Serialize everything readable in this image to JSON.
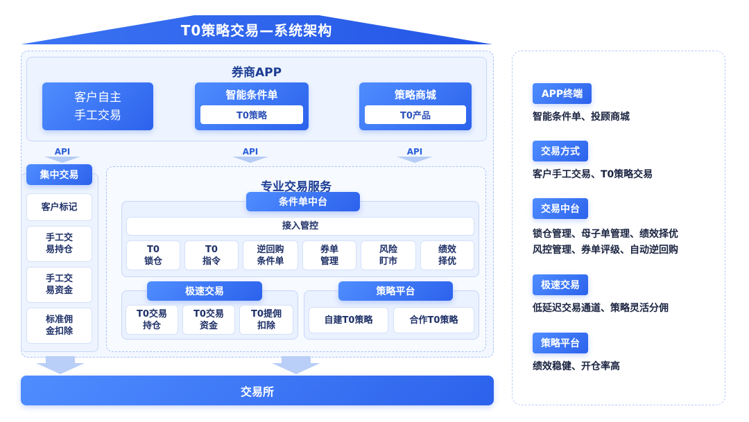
{
  "title": "T0策略交易—系统架构",
  "app": {
    "title": "券商APP",
    "manual": [
      "客户自主",
      "手工交易"
    ],
    "smart_order": {
      "title": "智能条件单",
      "sub": "T0策略"
    },
    "strategy_mall": {
      "title": "策略商城",
      "sub": "T0产品"
    }
  },
  "api_labels": [
    "API",
    "API",
    "API"
  ],
  "central": {
    "title": "集中交易",
    "items": [
      [
        "客户标记"
      ],
      [
        "手工交",
        "易持仓"
      ],
      [
        "手工交",
        "易资金"
      ],
      [
        "标准佣",
        "金扣除"
      ]
    ]
  },
  "pro": {
    "title": "专业交易服务",
    "cond_title": "条件单中台",
    "access": "接入管控",
    "modules": [
      [
        "T0",
        "锁仓"
      ],
      [
        "T0",
        "指令"
      ],
      [
        "逆回购",
        "条件单"
      ],
      [
        "券单",
        "管理"
      ],
      [
        "风险",
        "盯市"
      ],
      [
        "绩效",
        "择优"
      ]
    ],
    "fast_title": "极速交易",
    "fast_items": [
      [
        "T0交易",
        "持仓"
      ],
      [
        "T0交易",
        "资金"
      ],
      [
        "T0提佣",
        "扣除"
      ]
    ],
    "strategy_title": "策略平台",
    "strategy_items": [
      "自建T0策略",
      "合作T0策略"
    ]
  },
  "exchange": "交易所",
  "features": [
    {
      "badge": "APP终端",
      "lines": [
        "智能条件单、投顾商城"
      ]
    },
    {
      "badge": "交易方式",
      "lines": [
        "客户手工交易、T0策略交易"
      ]
    },
    {
      "badge": "交易中台",
      "lines": [
        "锁仓管理、母子单管理、绩效择优",
        "风控管理、券单评级、自动逆回购"
      ]
    },
    {
      "badge": "极速交易",
      "lines": [
        "低延迟交易通道、策略灵活分佣"
      ]
    },
    {
      "badge": "策略平台",
      "lines": [
        "绩效稳健、开仓率高"
      ]
    }
  ],
  "colors": {
    "primary": "#2c62ec",
    "light": "#4f8dff",
    "panel": "#f3f7ff"
  }
}
